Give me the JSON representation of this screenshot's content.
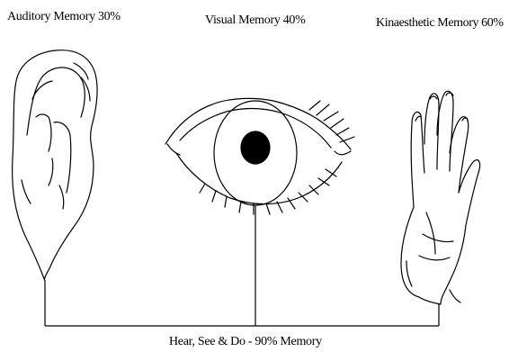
{
  "labels": {
    "auditory": "Auditory Memory 30%",
    "visual": "Visual Memory 40%",
    "kinaesthetic": "Kinaesthetic Memory 60%",
    "combined": "Hear, See & Do - 90% Memory"
  },
  "colors": {
    "ink": "#000000",
    "background": "#ffffff"
  },
  "icons": {
    "ear": "ear-icon",
    "eye": "eye-icon",
    "hand": "hand-icon"
  }
}
